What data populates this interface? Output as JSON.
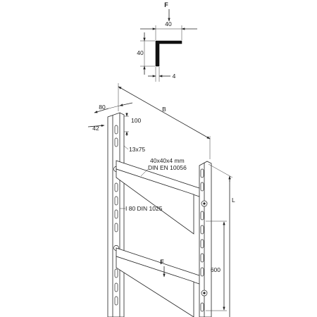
{
  "profile_detail": {
    "force_label": "F",
    "width_label": "40",
    "height_label": "40",
    "thickness_label": "4"
  },
  "ladder": {
    "depth_label": "80",
    "flange_label": "42",
    "slot_pitch_label": "100",
    "slot_size_label": "13x75",
    "width_label": "B",
    "length_label": "L",
    "angle_spec_line1": "40x40x4 mm",
    "angle_spec_line2": "DIN EN 10056",
    "rung_spec": "I 80 DIN 1025",
    "rung_pitch_label": "600",
    "force_label": "F"
  }
}
